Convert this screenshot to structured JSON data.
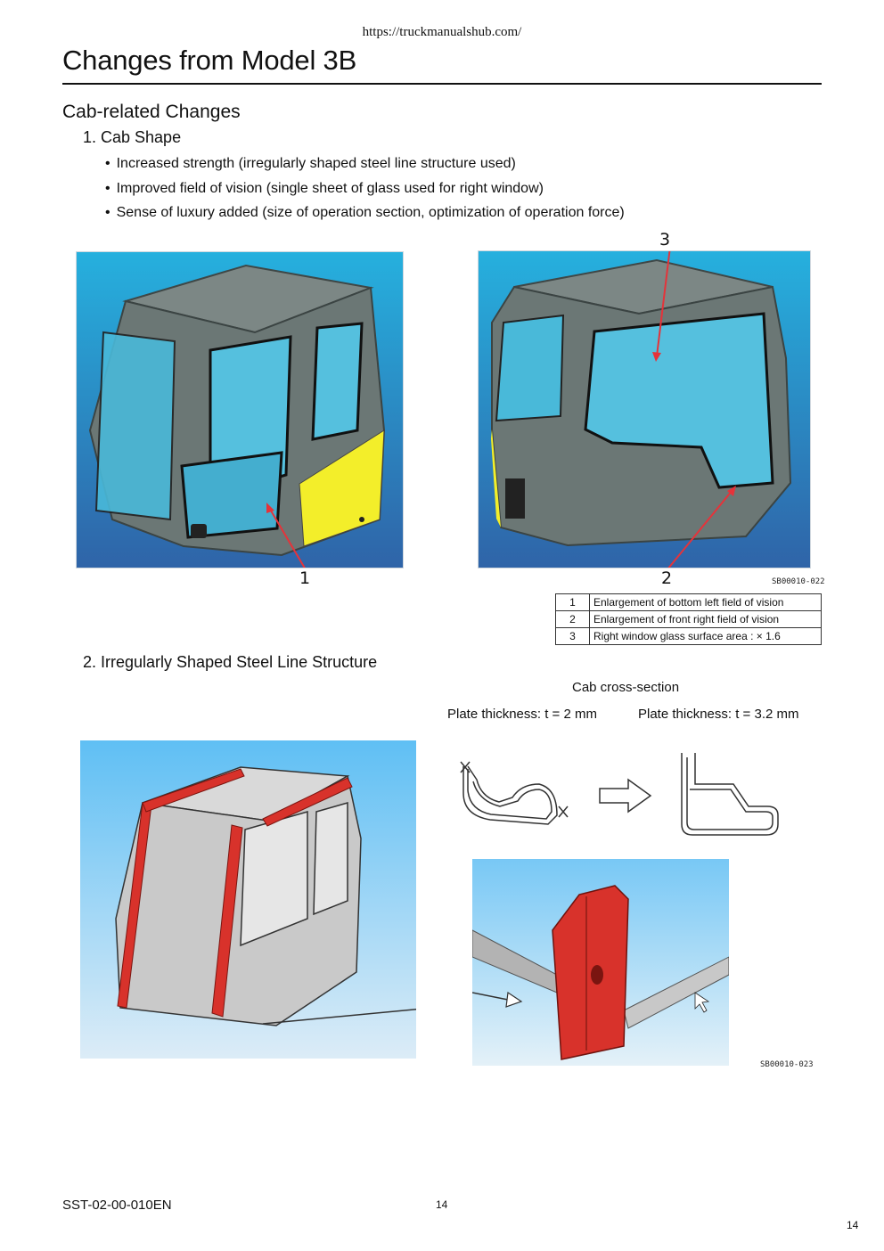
{
  "page": {
    "url": "https://truckmanualshub.com/",
    "title": "Changes from Model 3B",
    "section": "Cab-related Changes",
    "item1": "1. Cab Shape",
    "bullets": [
      "Increased strength (irregularly shaped steel line structure used)",
      "Improved field of vision (single sheet of glass used for right window)",
      "Sense of luxury added (size of operation section, optimization of operation force)"
    ],
    "item2": "2. Irregularly Shaped Steel Line Structure"
  },
  "figure1": {
    "callouts": [
      "1",
      "2",
      "3"
    ],
    "code": "SB00010-022",
    "legend": [
      {
        "num": "1",
        "text": "Enlargement of bottom left field of vision"
      },
      {
        "num": "2",
        "text": "Enlargement of front right field of vision"
      },
      {
        "num": "3",
        "text": "Right window glass surface area : × 1.6"
      }
    ]
  },
  "figure2": {
    "cross_section_label": "Cab cross-section",
    "thickness_before": "Plate thickness: t = 2 mm",
    "thickness_after": "Plate thickness: t = 3.2 mm",
    "code": "SB00010-023"
  },
  "footer": {
    "doc_code": "SST-02-00-010EN",
    "page_center": "14",
    "page_right": "14"
  },
  "colors": {
    "sky_top": "#2aa9d6",
    "sky_bottom": "#2f6fae",
    "cab_gray": "#6b7775",
    "glass_blue": "#49b9d9",
    "yellow_panel": "#f3ee2a",
    "red_pillar": "#d8322b",
    "arrow_red": "#e5333a"
  }
}
